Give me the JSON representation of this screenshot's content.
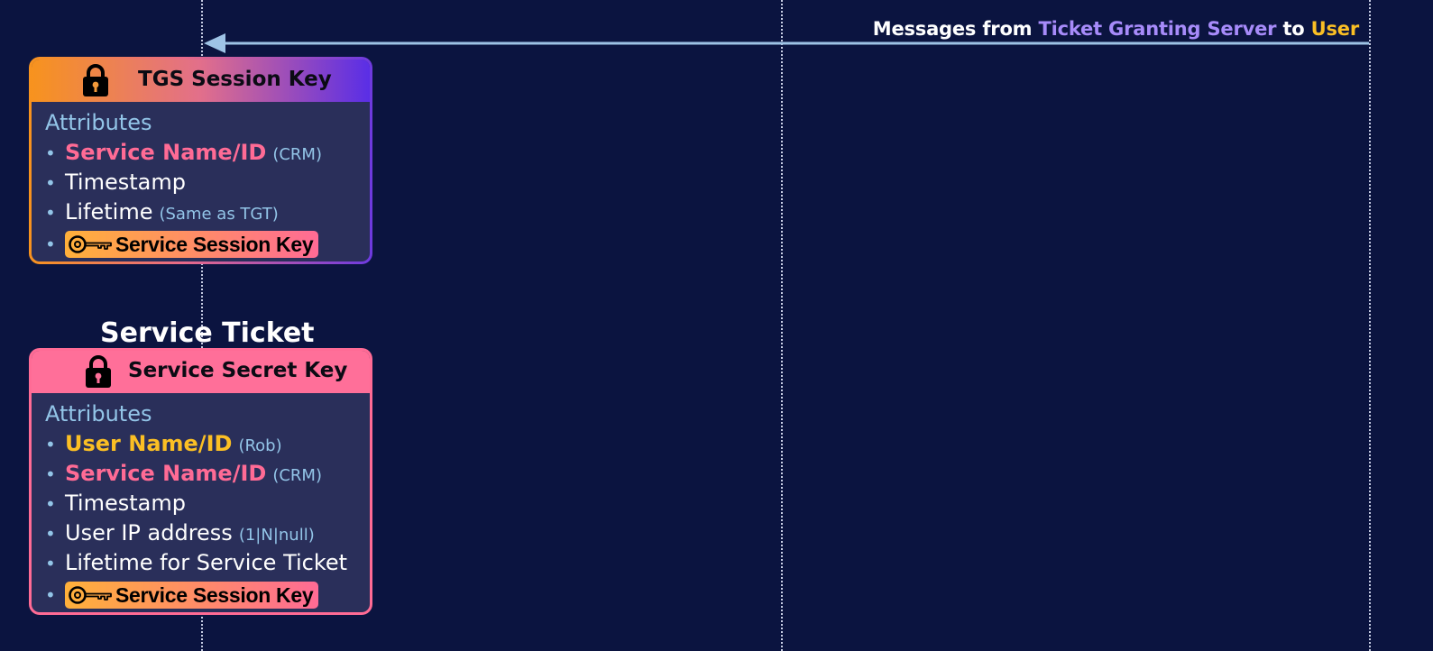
{
  "message": {
    "prefix": "Messages from",
    "sender": "Ticket Granting Server",
    "connector": "to",
    "recipient": "User"
  },
  "tgs_card": {
    "header_title": "TGS Session Key",
    "lock_icon": "lock-icon",
    "attributes_label": "Attributes",
    "items": [
      {
        "label": "Service Name/ID",
        "note": "(CRM)"
      },
      {
        "label": "Timestamp"
      },
      {
        "label": "Lifetime",
        "note": "(Same as TGT)"
      },
      {
        "label": "Service Session Key",
        "icon": "key-icon"
      }
    ]
  },
  "service_ticket": {
    "section_title": "Service Ticket",
    "header_title": "Service Secret Key",
    "lock_icon": "lock-icon",
    "attributes_label": "Attributes",
    "items": [
      {
        "label": "User Name/ID",
        "note": "(Rob)"
      },
      {
        "label": "Service Name/ID",
        "note": "(CRM)"
      },
      {
        "label": "Timestamp"
      },
      {
        "label": "User IP address",
        "note": "(1|N|null)"
      },
      {
        "label": "Lifetime for Service Ticket"
      },
      {
        "label": "Service Session Key",
        "icon": "key-icon"
      }
    ]
  },
  "colors": {
    "background": "#0b1440",
    "pink": "#ff6b95",
    "gold": "#fbbf24",
    "purple": "#a78bfa",
    "light_blue": "#93c5e8"
  }
}
